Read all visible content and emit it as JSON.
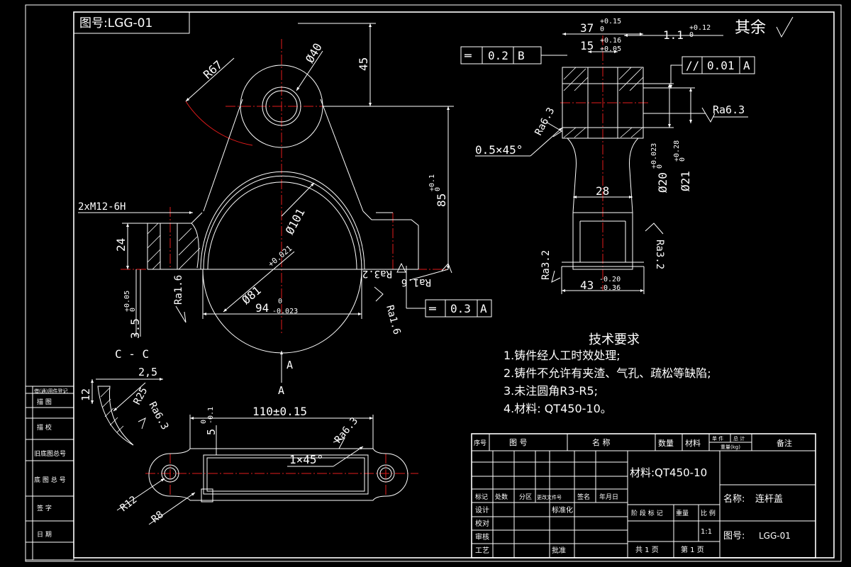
{
  "drawing_number_label": "图号:LGG-01",
  "surface_finish": "其余",
  "dims": {
    "r67": "R67",
    "d40": "Ø40",
    "h45": "45",
    "d101": "Ø101",
    "d81": "Ø81",
    "d81_tol": "+0.021",
    "d81_tol0": "0",
    "h85": "85",
    "h85_tol_up": "+0.1",
    "h85_tol_low": "0",
    "m12": "2xM12-6H",
    "h24": "24",
    "w94": "94",
    "w94_tol_up": "0",
    "w94_tol_low": "-0.023",
    "h35": "3.5",
    "h35_tol_up": "+0.05",
    "h35_tol_low": "0",
    "ra16": "Ra1.6",
    "ra32a": "Ra3.2",
    "ra16b": "Ra1.6",
    "ra16c": "Ra1.6",
    "w37": "37",
    "w37_tol_up": "+0.15",
    "w37_tol_low": "0",
    "w15": "15",
    "w15_tol_up": "+0.16",
    "w15_tol_low": "+0.05",
    "w11": "1.1",
    "w11_tol_up": "+0.12",
    "w11_tol_low": "0",
    "ra63a": "Ra6.3",
    "ra63b": "Ra6.3",
    "chamfer": "0.5×45°",
    "w28": "28",
    "d20": "Ø20",
    "d20_tol_up": "+0.023",
    "d20_tol_low": "0",
    "d21": "Ø21",
    "d21_tol_up": "+0.28",
    "d21_tol_low": "0",
    "ra32b": "Ra3.2",
    "ra32c": "Ra3.2",
    "w43": "43",
    "w43_tol_up": "-0.20",
    "w43_tol_low": "-0.36",
    "w110": "110±0.15",
    "h5": "5",
    "h5_tol_up": "0",
    "h5_tol_low": "-0.1",
    "ra63c": "Ra6.3",
    "chamfer2": "1×45°",
    "r12": "R12",
    "r8": "R8",
    "cc": "C - C",
    "w25": "2,5",
    "h12": "12",
    "r25": "R25",
    "ra63d": "Ra6.3",
    "view_a1": "A",
    "view_a2": "A"
  },
  "tolerance_frames": {
    "flatness_b": {
      "sym": "═",
      "val": "0.2",
      "ref": "B"
    },
    "parallel_a": {
      "sym": "//",
      "val": "0.01",
      "ref": "A"
    },
    "flatness_a": {
      "sym": "═",
      "val": "0.3",
      "ref": "A"
    }
  },
  "tech_req": {
    "title": "技术要求",
    "lines": [
      "1.铸件经人工时效处理;",
      "2.铸件不允许有夹渣、气孔、疏松等缺陷;",
      "3.未注圆角R3-R5;",
      "4.材料: QT450-10。"
    ]
  },
  "left_strip": [
    "借(通)用件登记",
    "描 图",
    "描 校",
    "旧底图总号",
    "底 图 总 号",
    "签 字",
    "日 期"
  ],
  "title_block": {
    "head": [
      "序号",
      "图 号",
      "名 称",
      "数量",
      "材料",
      "单 件",
      "总 计",
      "重量(kg)",
      "备注"
    ],
    "material": "材料:QT450-10",
    "name_label": "名称:",
    "name_value": "连杆盖",
    "drawing_no_label": "图号:",
    "drawing_no_value": "LGG-01",
    "sign_cols": [
      "标记",
      "处数",
      "分区",
      "更改文件号",
      "签名",
      "年月日"
    ],
    "rows": [
      "设计",
      "校对",
      "审核",
      "工艺"
    ],
    "std": "标准化",
    "approve": "批准",
    "stage": "阶 段 标 记",
    "weight": "重量",
    "scale_label": "比 例",
    "scale": "1:1",
    "sheets": "共 1 页",
    "sheet": "第 1 页"
  }
}
